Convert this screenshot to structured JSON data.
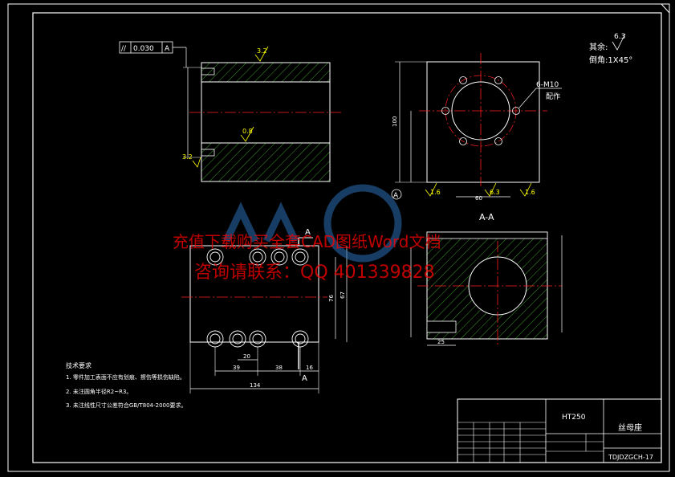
{
  "drawing": {
    "watermark_line1": "充值下载购买全套CAD图纸Word文档",
    "watermark_line2": "咨询请联系：QQ 401339828",
    "section_label": "A-A",
    "cut_label_top": "A",
    "cut_label_bottom": "A",
    "datum_label": "A",
    "tolerance_frame": {
      "symbol": "//",
      "value": "0.030",
      "datum": "A"
    },
    "roughness_labels": {
      "r1": "3.2",
      "r2": "0.8",
      "r3": "3.2",
      "r4": "1.6",
      "r5": "6.3",
      "r6": "1.6"
    },
    "dimensions": {
      "d100": "100",
      "d60": "60",
      "d134": "134",
      "d39": "39",
      "d38": "38",
      "d16": "16",
      "d76": "76",
      "d67": "67",
      "d20": "20",
      "d25": "25"
    },
    "hole_callout": {
      "spec": "6-M10",
      "note": "配作"
    },
    "remainder_note": {
      "label": "其余:",
      "value": "6.3"
    },
    "chamfer_note": "倒角:1X45°",
    "tech_requirements": {
      "title": "技术要求",
      "items": [
        "1. 零件加工表面不应有划痕、擦伤等损伤缺陷。",
        "2. 未注圆角半径R2~R3。",
        "3. 未注线性尺寸公差符合GB/T804-2000要求。"
      ]
    },
    "title_block": {
      "material": "HT250",
      "part_name": "丝母座",
      "drawing_no": "TDJDZGCH-17"
    }
  }
}
